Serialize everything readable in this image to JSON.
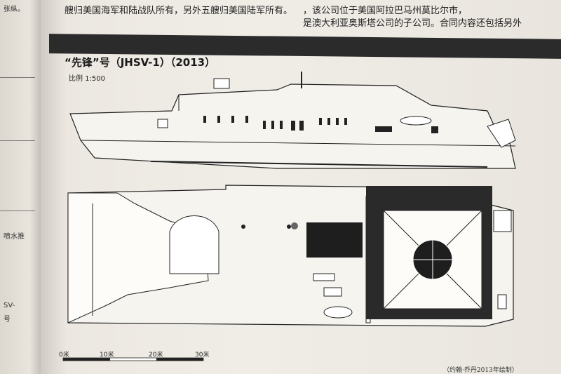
{
  "page": {
    "top_left_text": "艘归美国海军和陆战队所有，另外五艘归美国陆军所有。",
    "top_right_text_1": "，该公司位于美国阿拉巴马州莫比尔市，",
    "top_right_text_2": "是澳大利亚奥斯塔公司的子公司。合同内容还包括另外",
    "left_page_snips": [
      "张纵。",
      "喷水推",
      "SV-",
      "号"
    ],
    "title": "“先锋”号（JHSV-1）（2013）",
    "scale": "比例 1:500",
    "credit": "（约翰·乔丹2013年绘制）"
  },
  "scalebar": {
    "labels": [
      "0米",
      "10米",
      "20米",
      "30米"
    ]
  }
}
